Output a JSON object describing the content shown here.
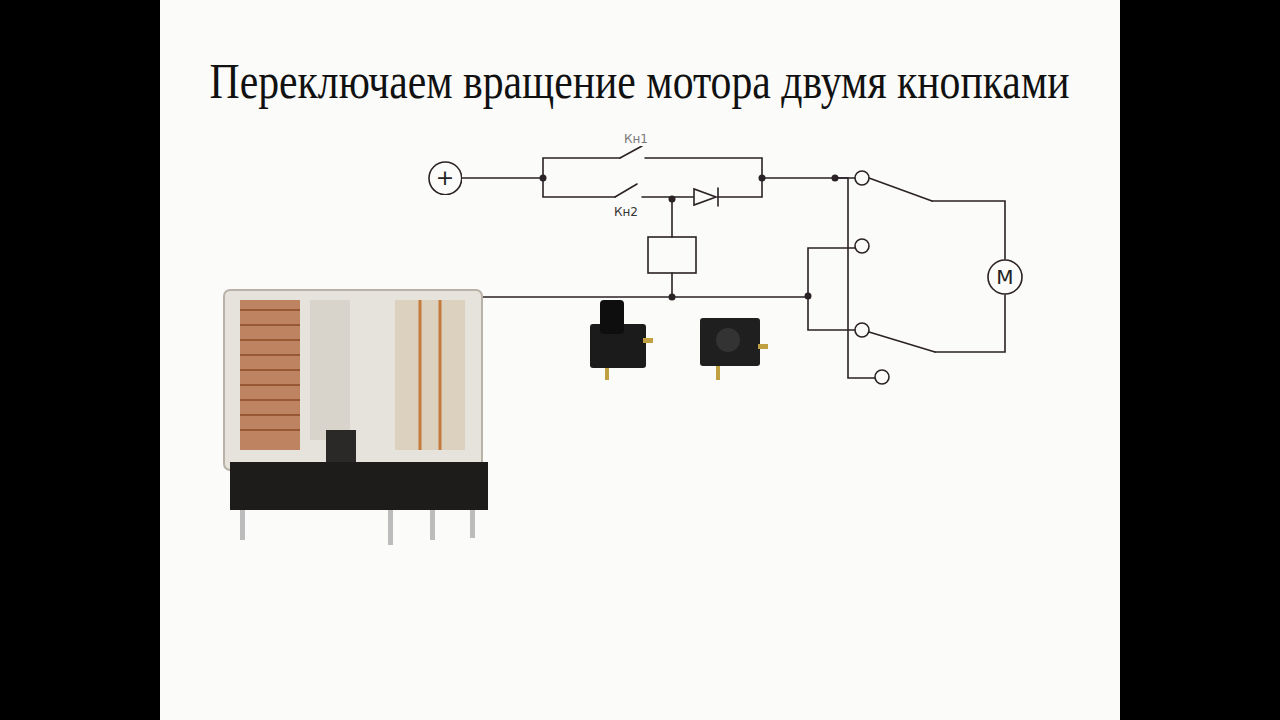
{
  "diagram": {
    "title": "Переключаем вращение мотора двумя кнопками",
    "nodes": [
      {
        "text": [
          "+"
        ]
      },
      {
        "text": [
          "M"
        ]
      }
    ],
    "labels": [
      "Кн1",
      "Кн2"
    ]
  }
}
